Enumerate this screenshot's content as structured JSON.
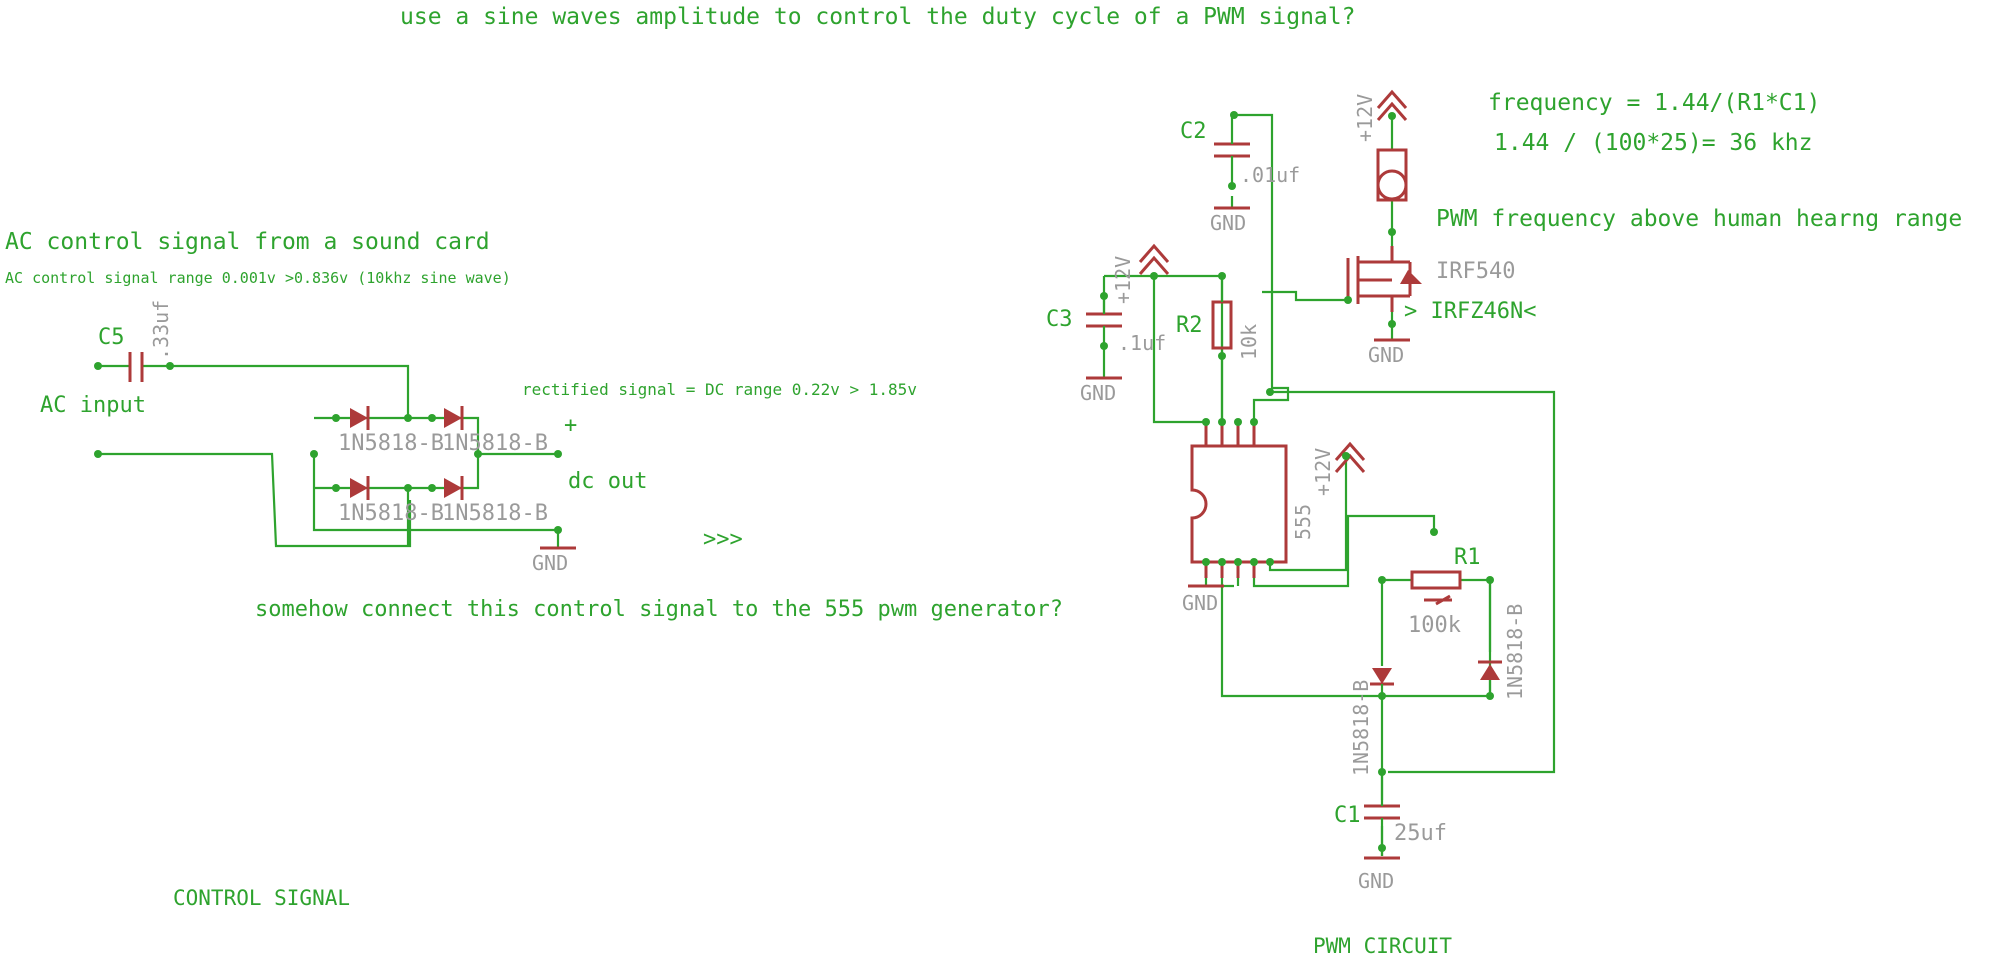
{
  "colors": {
    "wire": "#2ea32e",
    "component": "#ad3a3a",
    "value_label": "#9a9a9a",
    "background": "#ffffff"
  },
  "notes": {
    "question": "use a sine waves amplitude to control the duty cycle of a PWM signal?",
    "ac_title": "AC control signal from a sound card",
    "ac_range": "AC control signal range  0.001v >0.836v (10khz sine wave)",
    "rectified": "rectified signal = DC range  0.22v > 1.85v",
    "connect": "somehow connect this control signal to the 555 pwm generator?",
    "arrows": ">>>",
    "freq_formula": "frequency = 1.44/(R1*C1)",
    "freq_calc": "1.44 / (100*25)=  36 khz",
    "pwm_note": "PWM frequency above human hearng range",
    "control_section": "CONTROL SIGNAL",
    "pwm_section": "PWM CIRCUIT"
  },
  "control": {
    "c5_name": "C5",
    "c5_value": ".33uf",
    "ac_input": "AC input",
    "d1": "1N5818-B",
    "d2": "1N5818-B",
    "d3": "1N5818-B",
    "d4": "1N5818-B",
    "plus": "+",
    "dc_out": "dc out",
    "gnd": "GND"
  },
  "pwm": {
    "c2_name": "C2",
    "c2_value": ".01uf",
    "c2_gnd": "GND",
    "vcc_top": "+12V",
    "mosfet": "IRF540",
    "mosfet_alt": "> IRFZ46N<",
    "mosfet_gnd": "GND",
    "c3_name": "C3",
    "c3_value": ".1uf",
    "c3_gnd": "GND",
    "c3_vcc": "+12V",
    "r2_name": "R2",
    "r2_value": "10k",
    "ic": "555",
    "ic_vcc": "+12V",
    "ic_gnd": "GND",
    "r1_name": "R1",
    "r1_value": "100k",
    "d5": "1N5818-B",
    "d6": "1N5818-B",
    "c1_name": "C1",
    "c1_value": "25uf",
    "c1_gnd": "GND"
  }
}
